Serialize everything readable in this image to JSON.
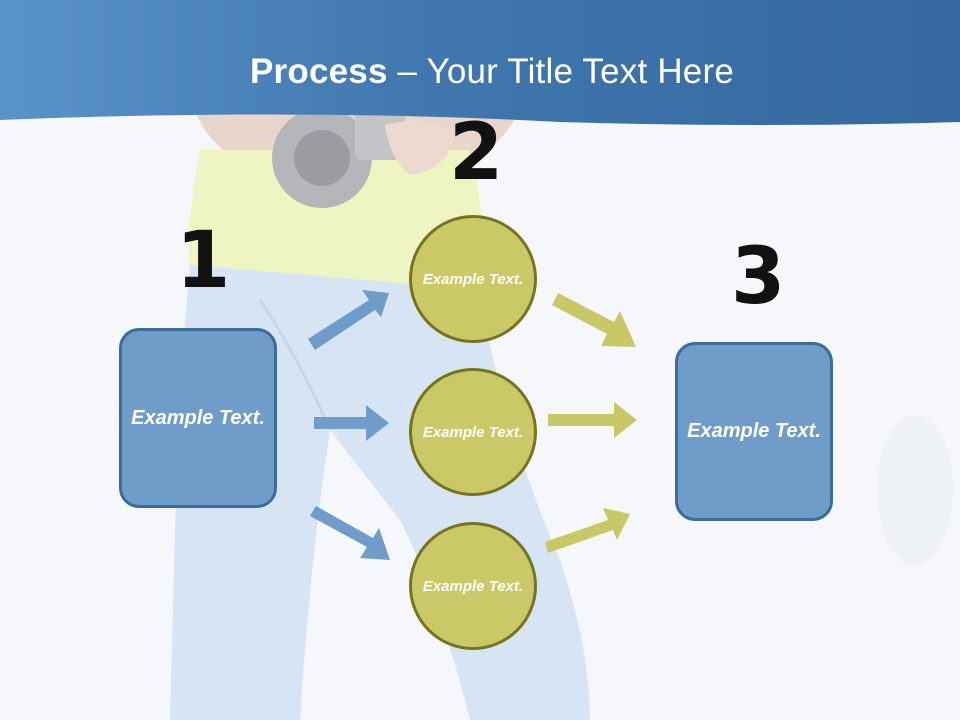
{
  "title": {
    "bold": "Process",
    "rest": " – Your Title Text Here"
  },
  "steps": [
    {
      "number": "1",
      "text": "Example Text."
    },
    {
      "number": "2",
      "items": [
        "Example Text.",
        "Example Text.",
        "Example Text."
      ]
    },
    {
      "number": "3",
      "text": "Example Text."
    }
  ],
  "colors": {
    "header": "#3d74ab",
    "box_fill": "#6f9cc8",
    "box_border": "#3d6c99",
    "circle_fill": "#cbc967",
    "circle_border": "#76741f",
    "blue_arrow": "#6f9cc8",
    "olive_arrow": "#c9c867"
  }
}
